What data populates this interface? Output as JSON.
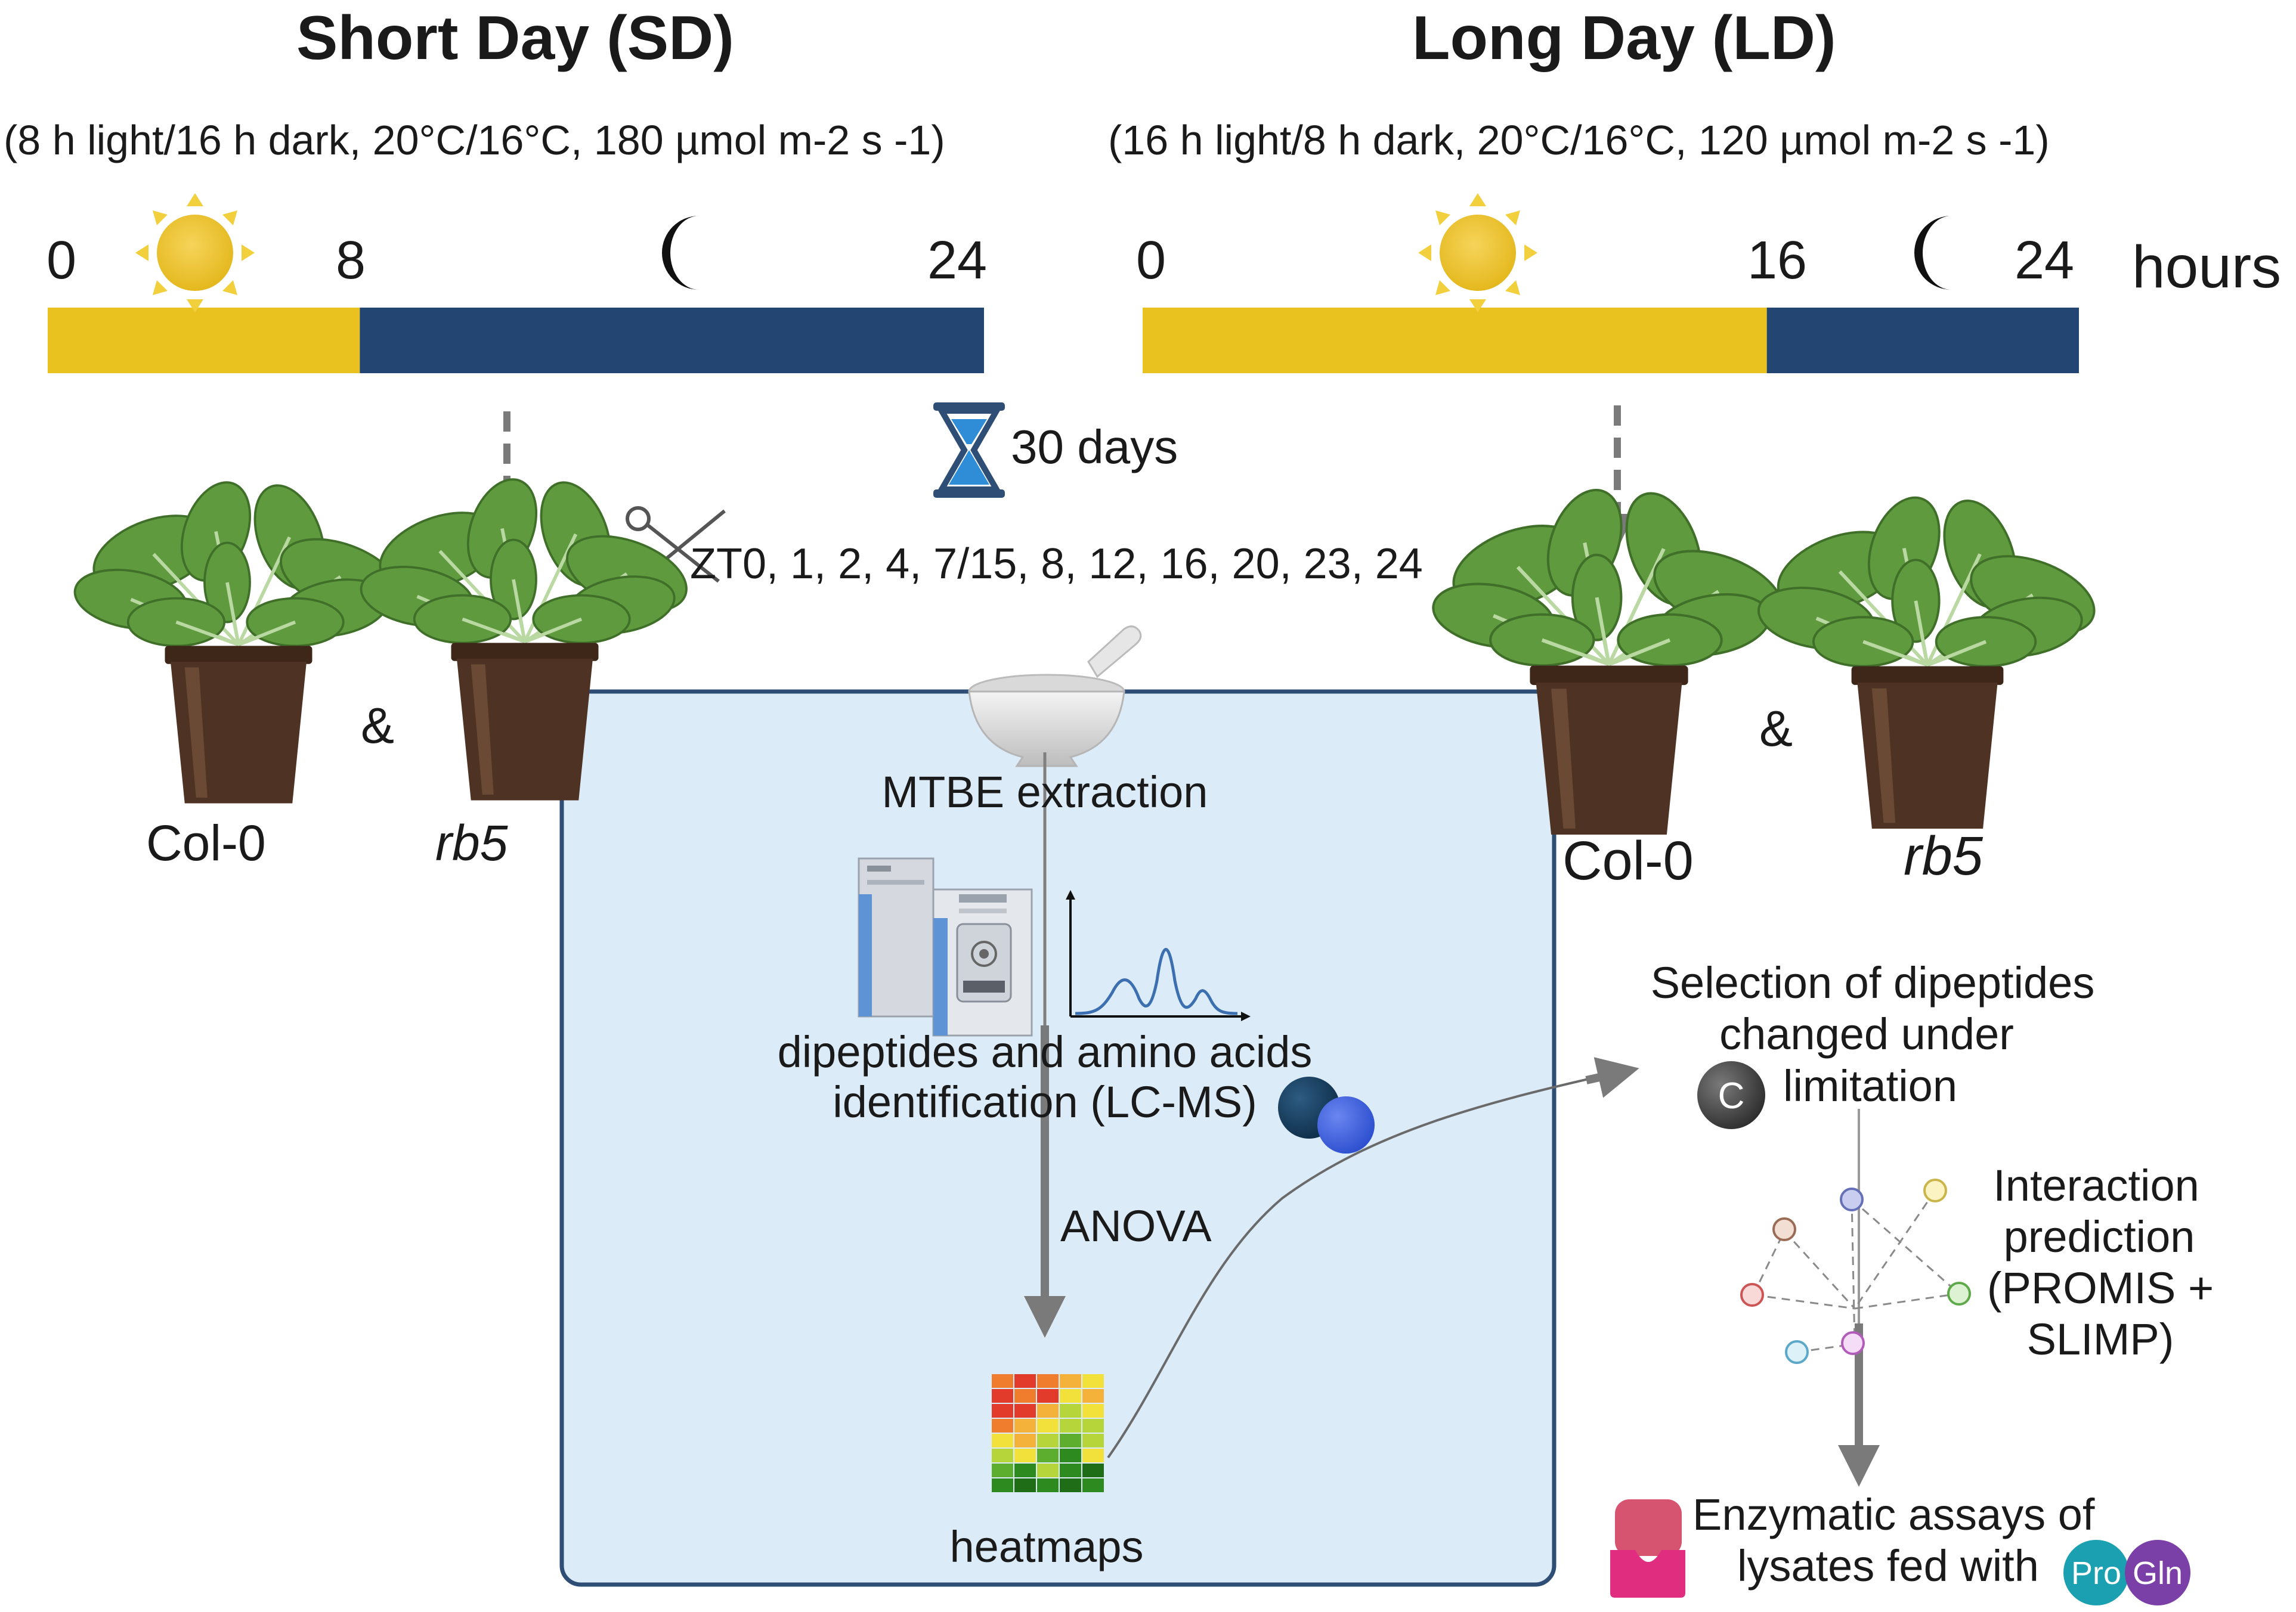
{
  "sd": {
    "title": "Short Day (SD)",
    "conditions": "(8 h light/16 h dark, 20°C/16°C, 180 µmol m-2 s -1)",
    "tick_start": "0",
    "tick_mid": "8",
    "tick_end": "24",
    "light_hours": 8,
    "total_hours": 24,
    "genotype_1": "Col-0",
    "genotype_2": "rb5",
    "ampersand": "&"
  },
  "ld": {
    "title": "Long Day (LD)",
    "conditions": "(16 h light/8 h dark, 20°C/16°C, 120 µmol m-2 s -1)",
    "tick_start": "0",
    "tick_mid": "16",
    "tick_end": "24",
    "light_hours": 16,
    "total_hours": 24,
    "genotype_1": "Col-0",
    "genotype_2": "rb5",
    "ampersand": "&"
  },
  "hours_label": "hours",
  "duration": "30 days",
  "sampling": "ZT0, 1, 2, 4, 7/15, 8, 12, 16, 20, 23, 24",
  "workflow": {
    "extraction": "MTBE extraction",
    "identification_1": "dipeptides and amino acids",
    "identification_2": "identification (LC-MS)",
    "statistics": "ANOVA",
    "heatmaps": "heatmaps"
  },
  "right_flow": {
    "selection_1": "Selection of dipeptides",
    "selection_2": "changed under",
    "selection_3": "limitation",
    "carbon_badge": "C",
    "interaction_1": "Interaction",
    "interaction_2": "prediction",
    "interaction_3": "(PROMIS +",
    "interaction_4": "SLIMP)",
    "assay_1": "Enzymatic assays of",
    "assay_2": "lysates fed with",
    "pro_badge": "Pro",
    "gln_badge": "Gln"
  },
  "colors": {
    "light": "#E9C21F",
    "dark": "#234572",
    "panel_fill": "#DCEBF8",
    "panel_stroke": "#2E4E76",
    "arrow": "#7A7A7A",
    "leaf": "#5F9A3E",
    "pot": "#4E3324"
  },
  "icons": [
    "sun-icon",
    "moon-icon",
    "hourglass-icon",
    "scissors-icon",
    "mortar-icon",
    "lc-ms-instrument-icon",
    "chromatogram-icon",
    "plant-pot-icon",
    "heatmap-icon",
    "network-icon",
    "enzyme-icon"
  ]
}
